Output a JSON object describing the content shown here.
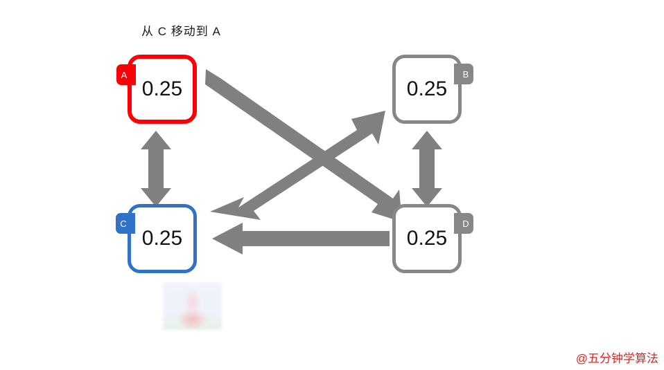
{
  "title": "从 C 移动到 A",
  "watermark": "@五分钟学算法",
  "colors": {
    "active_red": "#fb0007",
    "active_blue": "#2f72c8",
    "inactive_gray": "#878787",
    "arrow_gray": "#808080",
    "background": "#ffffff",
    "text": "#121212",
    "watermark_red": "#e8201e"
  },
  "nodes": [
    {
      "id": "A",
      "label": "A",
      "value": "0.25",
      "color": "red",
      "badge_side": "left",
      "state": "highlighted-target"
    },
    {
      "id": "B",
      "label": "B",
      "value": "0.25",
      "color": "gray",
      "badge_side": "right",
      "state": "normal"
    },
    {
      "id": "C",
      "label": "C",
      "value": "0.25",
      "color": "blue",
      "badge_side": "left",
      "state": "highlighted-source"
    },
    {
      "id": "D",
      "label": "D",
      "value": "0.25",
      "color": "gray",
      "badge_side": "right",
      "state": "normal"
    }
  ],
  "edges": [
    {
      "id": "a-c",
      "from": "A",
      "to": "C",
      "direction": "bidirectional",
      "orientation": "vertical"
    },
    {
      "id": "b-d",
      "from": "B",
      "to": "D",
      "direction": "bidirectional",
      "orientation": "vertical"
    },
    {
      "id": "c-b",
      "from": "C",
      "to": "B",
      "direction": "bidirectional",
      "orientation": "diagonal-up"
    },
    {
      "id": "a-d",
      "from": "A",
      "to": "D",
      "direction": "one-way",
      "orientation": "diagonal-down"
    },
    {
      "id": "d-c",
      "from": "D",
      "to": "C",
      "direction": "one-way",
      "orientation": "horizontal"
    }
  ],
  "thumbnail": {
    "name": "faded-preview-thumbnail"
  }
}
